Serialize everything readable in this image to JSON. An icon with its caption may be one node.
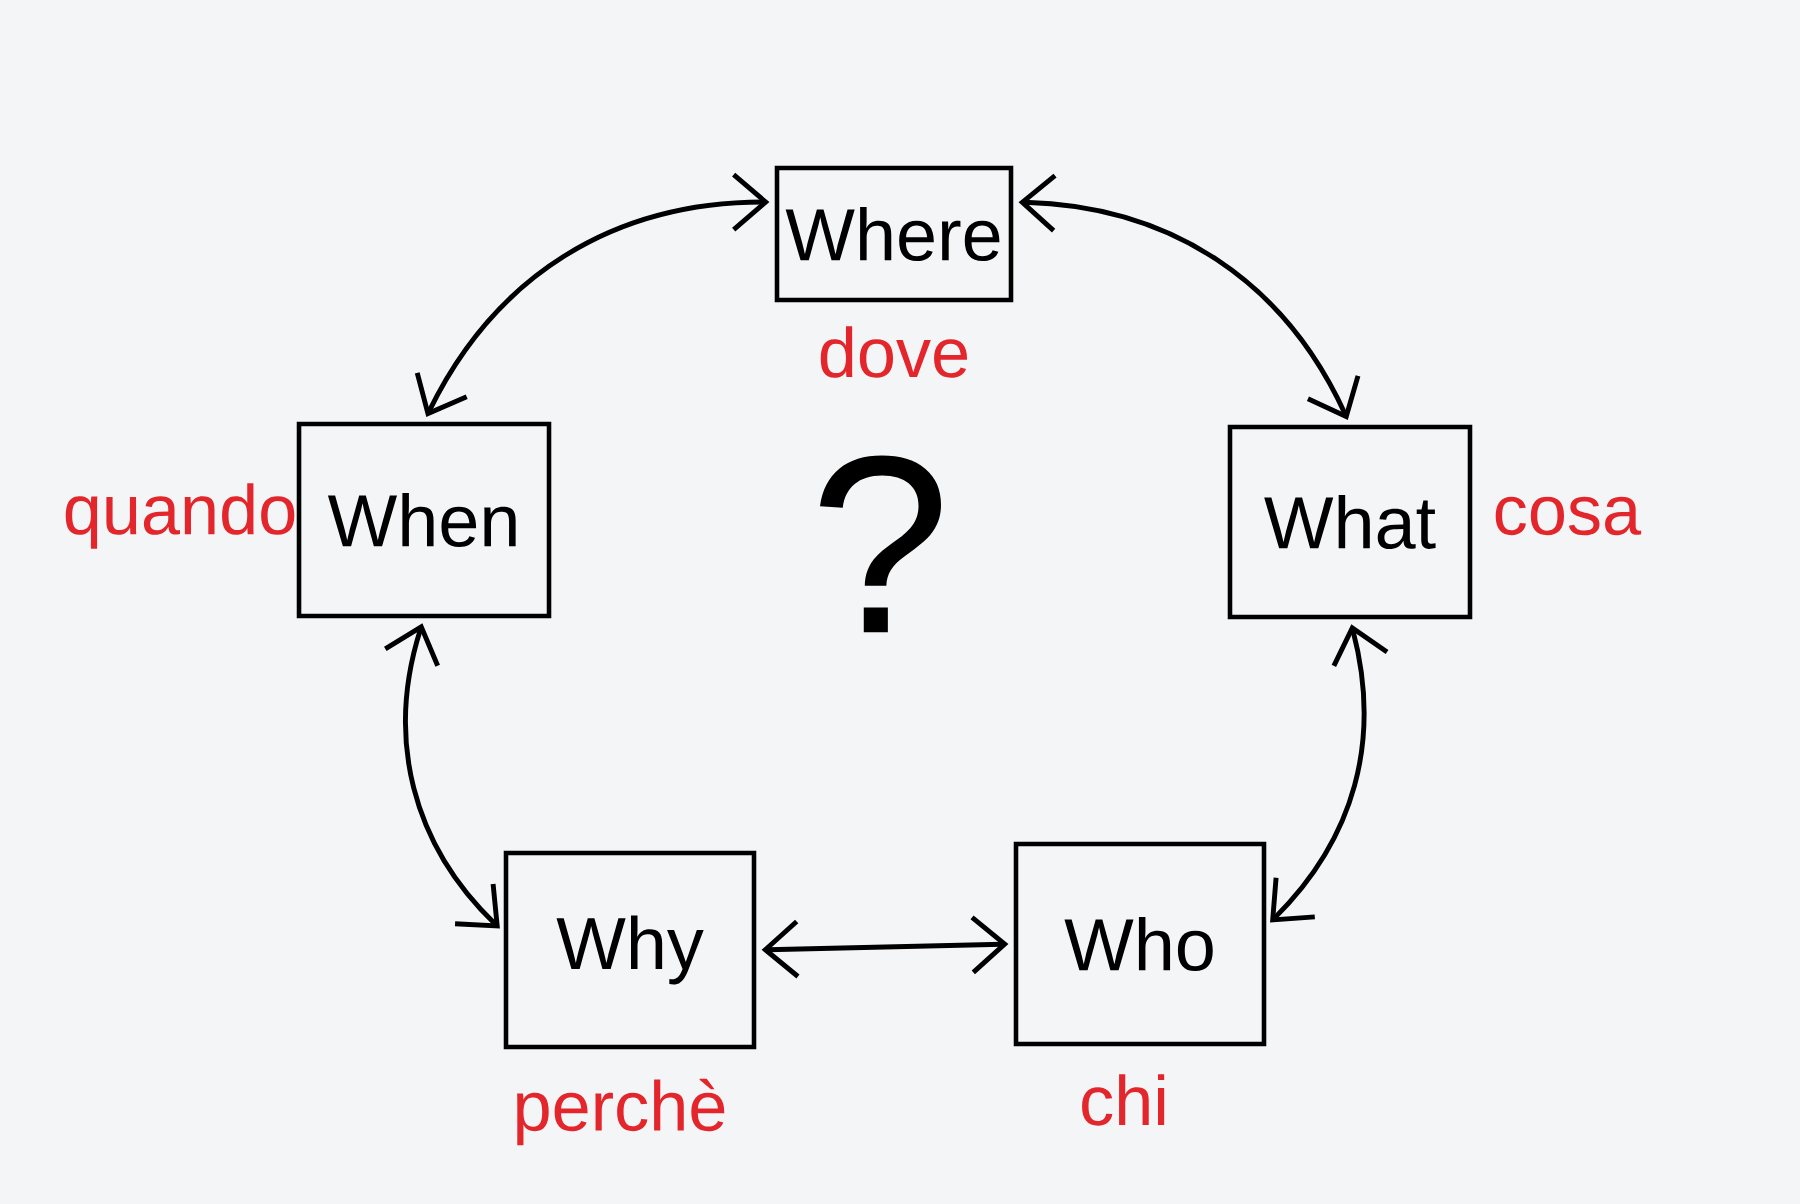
{
  "diagram": {
    "nodes": [
      {
        "text": [
          "Where"
        ],
        "beside": [
          "dove"
        ]
      },
      {
        "text": [
          "When"
        ],
        "beside": [
          "quando"
        ]
      },
      {
        "text": [
          "What"
        ],
        "beside": [
          "cosa"
        ]
      },
      {
        "text": [
          "Why"
        ],
        "beside": [
          "perchè"
        ]
      },
      {
        "text": [
          "Who"
        ],
        "beside": [
          "chi"
        ]
      }
    ],
    "edges": [
      {
        "from": 0,
        "to": 1,
        "arrow": "both"
      },
      {
        "from": 0,
        "to": 2,
        "arrow": "both"
      },
      {
        "from": 1,
        "to": 3,
        "arrow": "both"
      },
      {
        "from": 3,
        "to": 4,
        "arrow": "both"
      },
      {
        "from": 4,
        "to": 2,
        "arrow": "both"
      }
    ],
    "labels": [
      "?"
    ]
  }
}
